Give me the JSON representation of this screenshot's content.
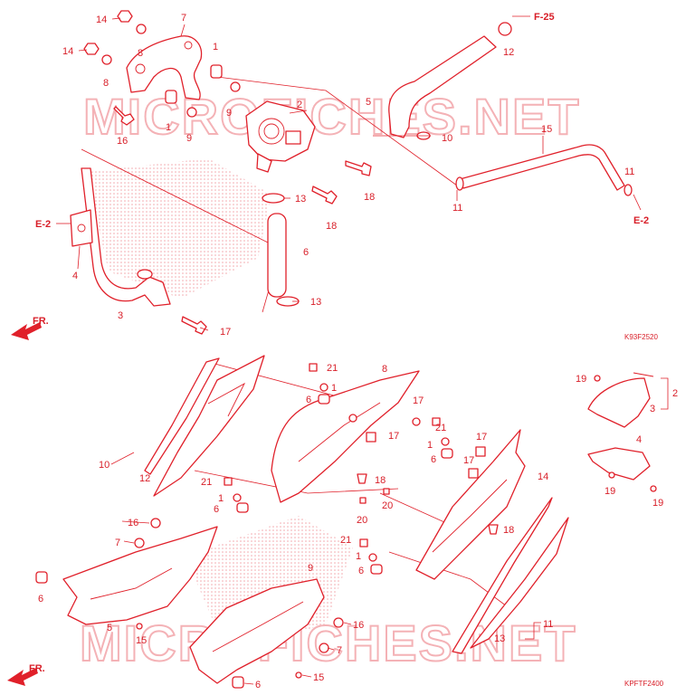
{
  "colors": {
    "line": "#e0202a",
    "text": "#d81e28",
    "watermark": "#f4b2b6"
  },
  "watermark_text": "MICROFICHES.NET",
  "codes": {
    "upper": "K93F2520",
    "lower": "KPFTF2400"
  },
  "refs": {
    "f25": "F-25",
    "e2_left": "E-2",
    "e2_right": "E-2",
    "fr_upper": "FR.",
    "fr_lower": "FR."
  },
  "callouts": [
    {
      "id": "c14a",
      "text": "14"
    },
    {
      "id": "c7a",
      "text": "7"
    },
    {
      "id": "c8a",
      "text": "8"
    },
    {
      "id": "c14b",
      "text": "14"
    },
    {
      "id": "c8b",
      "text": "8"
    },
    {
      "id": "c1a",
      "text": "1"
    },
    {
      "id": "c9a",
      "text": "9"
    },
    {
      "id": "c2a",
      "text": "2"
    },
    {
      "id": "c1b",
      "text": "1"
    },
    {
      "id": "c9b",
      "text": "9"
    },
    {
      "id": "c16a",
      "text": "16"
    },
    {
      "id": "c18a",
      "text": "18"
    },
    {
      "id": "c13a",
      "text": "13"
    },
    {
      "id": "c18b",
      "text": "18"
    },
    {
      "id": "c6a",
      "text": "6"
    },
    {
      "id": "c13b",
      "text": "13"
    },
    {
      "id": "c4a",
      "text": "4"
    },
    {
      "id": "c3a",
      "text": "3"
    },
    {
      "id": "c17a",
      "text": "17"
    },
    {
      "id": "c12a",
      "text": "12"
    },
    {
      "id": "c5a",
      "text": "5"
    },
    {
      "id": "c10a",
      "text": "10"
    },
    {
      "id": "c15a",
      "text": "15"
    },
    {
      "id": "c11a",
      "text": "11"
    },
    {
      "id": "c11b",
      "text": "11"
    },
    {
      "id": "c21a",
      "text": "21"
    },
    {
      "id": "c1c",
      "text": "1"
    },
    {
      "id": "c6b",
      "text": "6"
    },
    {
      "id": "c8c",
      "text": "8"
    },
    {
      "id": "c17b",
      "text": "17"
    },
    {
      "id": "c17c",
      "text": "17"
    },
    {
      "id": "c10b",
      "text": "10"
    },
    {
      "id": "c12b",
      "text": "12"
    },
    {
      "id": "c21b",
      "text": "21"
    },
    {
      "id": "c1d",
      "text": "1"
    },
    {
      "id": "c6c",
      "text": "6"
    },
    {
      "id": "c18c",
      "text": "18"
    },
    {
      "id": "c20a",
      "text": "20"
    },
    {
      "id": "c20b",
      "text": "20"
    },
    {
      "id": "c21c",
      "text": "21"
    },
    {
      "id": "c1e",
      "text": "1"
    },
    {
      "id": "c6d",
      "text": "6"
    },
    {
      "id": "c21d",
      "text": "21"
    },
    {
      "id": "c1f",
      "text": "1"
    },
    {
      "id": "c6e",
      "text": "6"
    },
    {
      "id": "c17d",
      "text": "17"
    },
    {
      "id": "c17e",
      "text": "17"
    },
    {
      "id": "c14c",
      "text": "14"
    },
    {
      "id": "c18d",
      "text": "18"
    },
    {
      "id": "c19a",
      "text": "19"
    },
    {
      "id": "c2b",
      "text": "2"
    },
    {
      "id": "c3b",
      "text": "3"
    },
    {
      "id": "c4b",
      "text": "4"
    },
    {
      "id": "c19b",
      "text": "19"
    },
    {
      "id": "c19c",
      "text": "19"
    },
    {
      "id": "c16b",
      "text": "16"
    },
    {
      "id": "c7b",
      "text": "7"
    },
    {
      "id": "c6f",
      "text": "6"
    },
    {
      "id": "c5b",
      "text": "5"
    },
    {
      "id": "c15b",
      "text": "15"
    },
    {
      "id": "c9c",
      "text": "9"
    },
    {
      "id": "c16c",
      "text": "16"
    },
    {
      "id": "c7c",
      "text": "7"
    },
    {
      "id": "c6g",
      "text": "6"
    },
    {
      "id": "c15c",
      "text": "15"
    },
    {
      "id": "c11c",
      "text": "11"
    },
    {
      "id": "c13c",
      "text": "13"
    }
  ]
}
